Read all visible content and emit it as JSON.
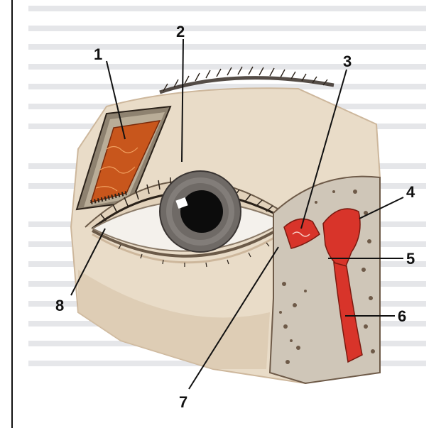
{
  "figure": {
    "callouts": [
      {
        "id": "1",
        "label": "1"
      },
      {
        "id": "2",
        "label": "2"
      },
      {
        "id": "3",
        "label": "3"
      },
      {
        "id": "4",
        "label": "4"
      },
      {
        "id": "5",
        "label": "5"
      },
      {
        "id": "6",
        "label": "6"
      },
      {
        "id": "7",
        "label": "7"
      },
      {
        "id": "8",
        "label": "8"
      }
    ]
  },
  "colors": {
    "skin": "#e9dcc8",
    "skin_shadow": "#cdb79c",
    "gland_orange": "#c8561c",
    "duct_red": "#d8342a",
    "bone": "#cfc6b8",
    "bone_speckle": "#6e5a48",
    "iris": "#6f6a66",
    "pupil": "#0c0c0c",
    "lash": "#2a2119",
    "background_text": "#9aa0aa"
  }
}
